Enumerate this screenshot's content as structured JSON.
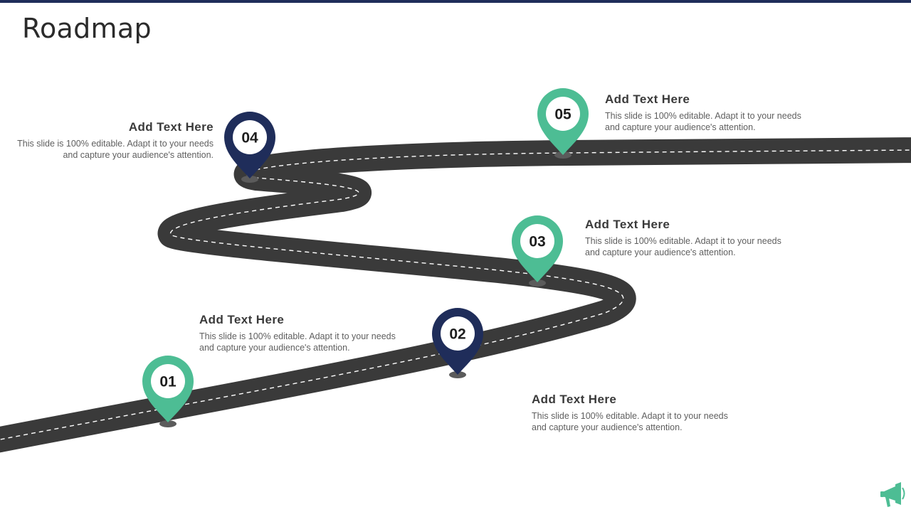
{
  "slide": {
    "title": "Roadmap"
  },
  "colors": {
    "road": "#3a3a3a",
    "dash": "#ffffff",
    "pin_green": "#4dbd94",
    "pin_navy": "#1f2d5a",
    "accent_bar": "#1f2d5a"
  },
  "milestones": [
    {
      "number": "01",
      "pin_color": "green",
      "heading": "Add Text Here",
      "body": "This slide is 100% editable. Adapt it to your needs and capture your audience's attention."
    },
    {
      "number": "02",
      "pin_color": "navy",
      "heading": "Add Text Here",
      "body": "This slide is 100% editable. Adapt it to your needs and capture your audience's attention."
    },
    {
      "number": "03",
      "pin_color": "green",
      "heading": "Add Text Here",
      "body": "This slide is 100% editable. Adapt it to your needs and capture your audience's attention."
    },
    {
      "number": "04",
      "pin_color": "navy",
      "heading": "Add Text Here",
      "body": "This slide is 100% editable. Adapt it to your needs and capture your audience's attention."
    },
    {
      "number": "05",
      "pin_color": "green",
      "heading": "Add Text Here",
      "body": "This slide is 100% editable. Adapt it to your needs and capture your audience's attention."
    }
  ],
  "icons": {
    "corner": "megaphone-icon"
  }
}
